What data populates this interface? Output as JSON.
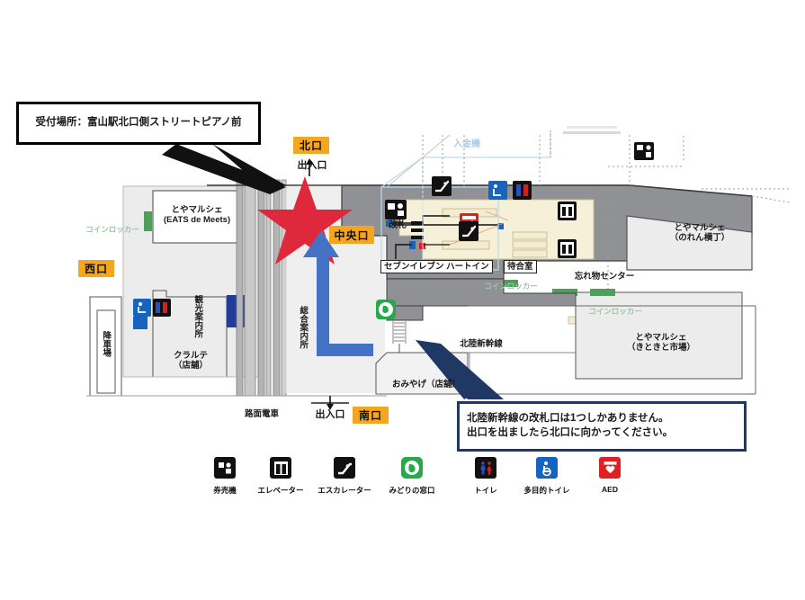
{
  "document": {
    "type": "station-map",
    "station": "富山駅",
    "title_text_visible": false
  },
  "callouts": [
    {
      "id": "reception",
      "text": "受付場所：富山駅北口側ストリートピアノ前",
      "border_color": "#000000",
      "background": "#ffffff",
      "points_to": "red-star"
    },
    {
      "id": "shinkansen-gate",
      "line1": "北陸新幹線の改札口は1つしかありません。",
      "line2": "出口を出ましたら北口に向かってください。",
      "border_color": "#1F3864",
      "background": "#ffffff",
      "points_to": "shinkansen-gate-area"
    }
  ],
  "exit_badges": [
    {
      "id": "kitaguchi",
      "label": "北口",
      "color": "#F5A51E"
    },
    {
      "id": "chuoguchi",
      "label": "中央口",
      "color": "#F5A51E"
    },
    {
      "id": "nishiguchi",
      "label": "西口",
      "color": "#F5A51E"
    },
    {
      "id": "minamiguchi",
      "label": "南口",
      "color": "#F5A51E"
    }
  ],
  "map_labels": {
    "deiriguchi_north": "出入口",
    "deiriguchi_south": "出入口",
    "toyamarche_eats": "とやマルシェ\n(EATS de Meets)",
    "toyamarche_noren": "とやマルシェ\n（のれん横丁）",
    "toyamarche_kitokito": "とやマルシェ\n（きときと市場）",
    "coin_locker_west": "コインロッカー",
    "coin_locker_center": "コインロッカー",
    "coin_locker_east": "コインロッカー",
    "kaisatsu": "改札",
    "seven_eleven": "セブンイレブン ハートイン",
    "machiaishitsu": "待合室",
    "wasuremono": "忘れ物センター",
    "nyukinki": "入金機",
    "kanko_annaijo": "観光案内所",
    "sogo_annaijo": "総合案内所",
    "clarte": "クラルテ\n（店舗）",
    "kosha_jo": "降車場",
    "romen_densha": "路面電車",
    "hokuriku_shinkansen": "北陸新幹線",
    "omiyage": "おみやげ（店舗）"
  },
  "markers": {
    "star": {
      "name": "red-star",
      "color": "#E0283C",
      "meaning": "受付場所"
    },
    "arrow": {
      "name": "blue-route-arrow",
      "color": "#4472C4",
      "direction": "up"
    },
    "north_arrow_glyph": "↑",
    "south_arrow_glyph": "↓"
  },
  "legend": {
    "items": [
      {
        "icon": "ticket-machine-icon",
        "label": "券売機",
        "color": "#111111"
      },
      {
        "icon": "elevator-icon",
        "label": "エレベーター",
        "color": "#111111"
      },
      {
        "icon": "escalator-icon",
        "label": "エスカレーター",
        "color": "#111111"
      },
      {
        "icon": "midori-no-madoguchi-icon",
        "label": "みどりの窓口",
        "color": "#27a84a"
      },
      {
        "icon": "toilet-icon",
        "label": "トイレ",
        "color": "#111111"
      },
      {
        "icon": "accessible-toilet-icon",
        "label": "多目的トイレ",
        "color": "#1565C0"
      },
      {
        "icon": "aed-icon",
        "label": "AED",
        "color": "#E02020"
      }
    ]
  },
  "colors": {
    "star_red": "#E0283C",
    "arrow_blue": "#4472C4",
    "badge_orange": "#F5A51E",
    "callout_navy": "#1F3864",
    "concourse_gray": "#8f9194",
    "platform_gray": "#d9d9d9",
    "gate_cream": "#f5efd7",
    "locker_green": "#4f9e5c",
    "info_blue": "#1F3D99"
  }
}
